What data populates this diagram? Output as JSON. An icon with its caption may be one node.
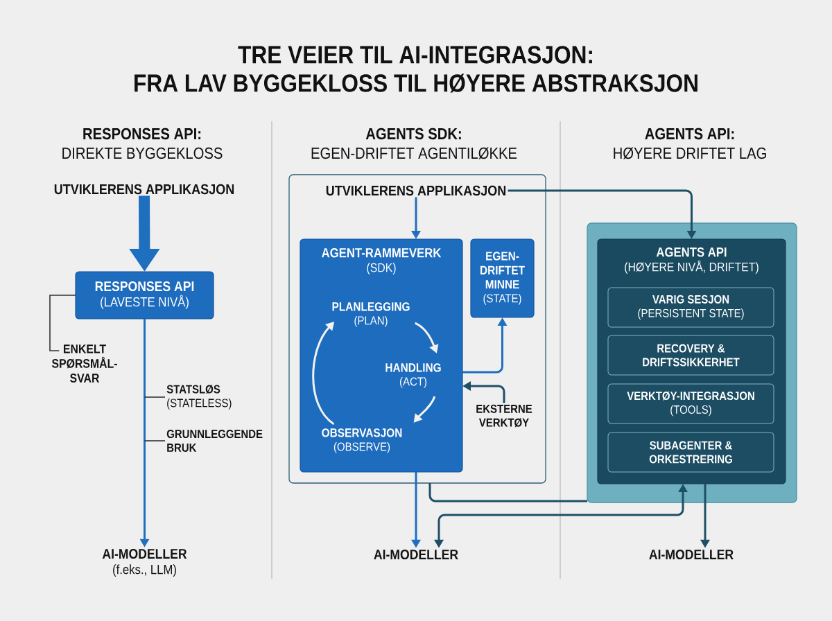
{
  "diagram": {
    "title": "TRE VEIER TIL AI-INTEGRASJON: FRA LAV BYGGEKLOSS TIL HØYERE ABSTRAKSJON",
    "nodes": [
      {
        "text": [
          "UTVIKLERENS APPLIKASJON"
        ]
      },
      {
        "text": [
          "RESPONSES API",
          "(LAVESTE NIVÅ)"
        ]
      },
      {
        "text": [
          "ENKELT SPØRSMÅL- SVAR"
        ]
      },
      {
        "text": [
          "STATSLØS",
          "(STATELESS)"
        ]
      },
      {
        "text": [
          "GRUNNLEGGENDE BRUK"
        ]
      },
      {
        "text": [
          "AI-MODELLER",
          "(f.eks., LLM)"
        ]
      },
      {
        "text": [],
        "shape": "box"
      },
      {
        "text": [
          "UTVIKLERENS APPLIKASJON"
        ],
        "in": 6
      },
      {
        "text": [
          "AGENT-RAMMEVERK",
          "(SDK)"
        ],
        "in": 6
      },
      {
        "text": [
          "PLANLEGGING",
          "(PLAN)"
        ],
        "in": 8
      },
      {
        "text": [
          "HANDLING",
          "(ACT)"
        ],
        "in": 8
      },
      {
        "text": [
          "OBSERVASJON",
          "(OBSERVE)"
        ],
        "in": 8
      },
      {
        "text": [
          "EGEN- DRIFTET MINNE",
          "(STATE)"
        ],
        "in": 6
      },
      {
        "text": [
          "EKSTERNE VERKTØY"
        ],
        "in": 6
      },
      {
        "text": [
          "AI-MODELLER"
        ]
      },
      {
        "text": [],
        "shape": "box"
      },
      {
        "text": [
          "AGENTS API",
          "(HØYERE NIVÅ, DRIFTET)"
        ],
        "in": 15
      },
      {
        "text": [
          "VARIG SESJON",
          "(PERSISTENT STATE)"
        ],
        "in": 16
      },
      {
        "text": [
          "RECOVERY & DRIFTSSIKKERHET"
        ],
        "in": 16
      },
      {
        "text": [
          "VERKTØY-INTEGRASJON",
          "(TOOLS)"
        ],
        "in": 16
      },
      {
        "text": [
          "SUBAGENTER & ORKESTRERING"
        ],
        "in": 16
      },
      {
        "text": [
          "AI-MODELLER"
        ]
      }
    ],
    "edges": [
      {
        "from": 0,
        "to": 1,
        "arrow": "to",
        "style": "thick"
      },
      {
        "from": 1,
        "to": 5,
        "arrow": "to"
      },
      {
        "from": 2,
        "to": 1,
        "arrow": "none",
        "color": "#333333"
      },
      {
        "from": 3,
        "to": null,
        "arrow": "none",
        "color": "#333333"
      },
      {
        "from": 4,
        "to": null,
        "arrow": "none",
        "color": "#333333"
      },
      {
        "from": 7,
        "to": 8,
        "arrow": "to"
      },
      {
        "from": 9,
        "to": 10,
        "arrow": "to",
        "color": "#f2f2f2"
      },
      {
        "from": 10,
        "to": 11,
        "arrow": "to",
        "color": "#f2f2f2"
      },
      {
        "from": 11,
        "to": 9,
        "arrow": "to",
        "color": "#f2f2f2"
      },
      {
        "from": 8,
        "to": 12,
        "arrow": "to"
      },
      {
        "from": 13,
        "to": 8,
        "arrow": "to",
        "color": "#1e4f66"
      },
      {
        "from": 8,
        "to": 14,
        "arrow": "to"
      },
      {
        "from": 7,
        "to": 16,
        "arrow": "to",
        "color": "#1e4f66"
      },
      {
        "from": 6,
        "to": 15,
        "arrow": "none",
        "color": "#1e4f66"
      },
      {
        "from": 16,
        "to": 14,
        "arrow": "both",
        "color": "#1e4f66"
      },
      {
        "from": 16,
        "to": 21,
        "arrow": "to",
        "color": "#1e4f66"
      }
    ],
    "labels": [
      "RESPONSES API:",
      "DIREKTE BYGGEKLOSS",
      "AGENTS SDK:",
      "EGEN-DRIFTET AGENTILØKKE",
      "AGENTS API:",
      "HØYERE DRIFTET LAG"
    ]
  }
}
